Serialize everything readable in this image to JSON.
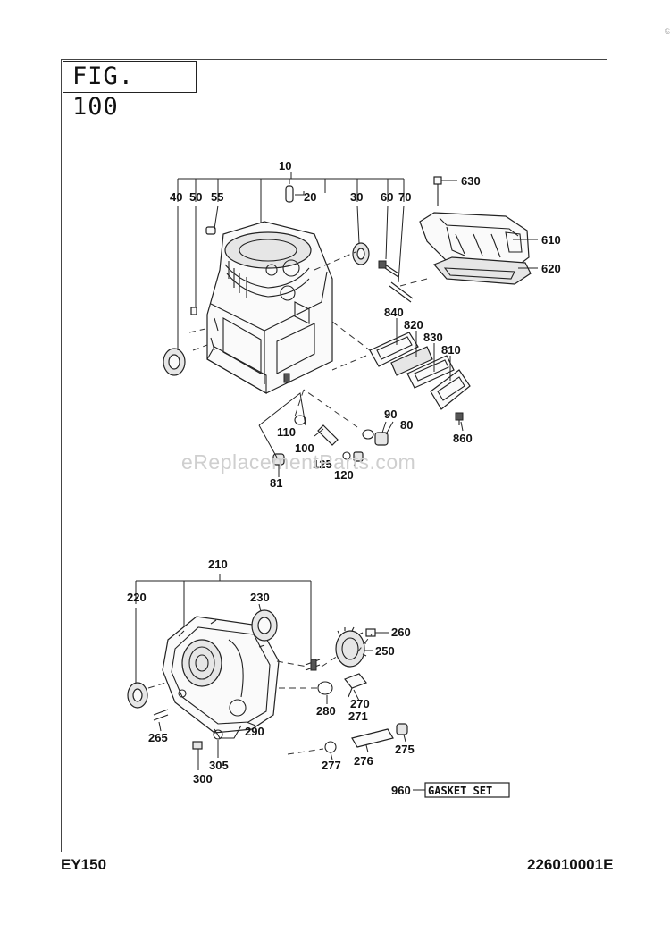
{
  "figure": {
    "title": "FIG. 100"
  },
  "footer": {
    "model": "EY150",
    "doc_number": "226010001E"
  },
  "watermark": "eReplacementParts.com",
  "edge_mark": "©",
  "gasket_set": {
    "number": "960",
    "label": "GASKET SET"
  },
  "parts": {
    "p10": "10",
    "p20": "20",
    "p30": "30",
    "p40": "40",
    "p50": "50",
    "p55": "55",
    "p60": "60",
    "p70": "70",
    "p80": "80",
    "p81": "81",
    "p90": "90",
    "p100": "100",
    "p110": "110",
    "p120": "120",
    "p125": "125",
    "p210": "210",
    "p220": "220",
    "p230": "230",
    "p250": "250",
    "p260": "260",
    "p265": "265",
    "p270": "270",
    "p271": "271",
    "p275": "275",
    "p276": "276",
    "p277": "277",
    "p280": "280",
    "p290": "290",
    "p300": "300",
    "p305": "305",
    "p610": "610",
    "p620": "620",
    "p630": "630",
    "p810": "810",
    "p820": "820",
    "p830": "830",
    "p840": "840",
    "p860": "860"
  }
}
